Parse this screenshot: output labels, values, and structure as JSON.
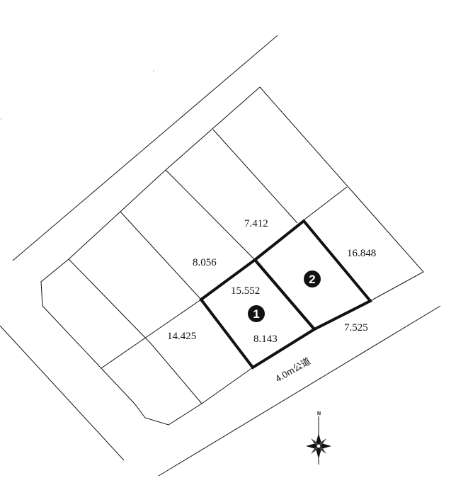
{
  "dimensions": {
    "top_lot2": "7.412",
    "left_lot1": "8.056",
    "right_lot2": "16.848",
    "middle_shared": "15.552",
    "left_outer": "14.425",
    "bottom_lot1": "8.143",
    "bottom_lot2": "7.525"
  },
  "road": {
    "label": "4.0m公道"
  },
  "lots": [
    {
      "number": "1"
    },
    {
      "number": "2"
    }
  ],
  "compass": {
    "north_label": "N"
  },
  "colors": {
    "line": "#111111",
    "background": "#ffffff",
    "lot_marker": "#111111"
  }
}
